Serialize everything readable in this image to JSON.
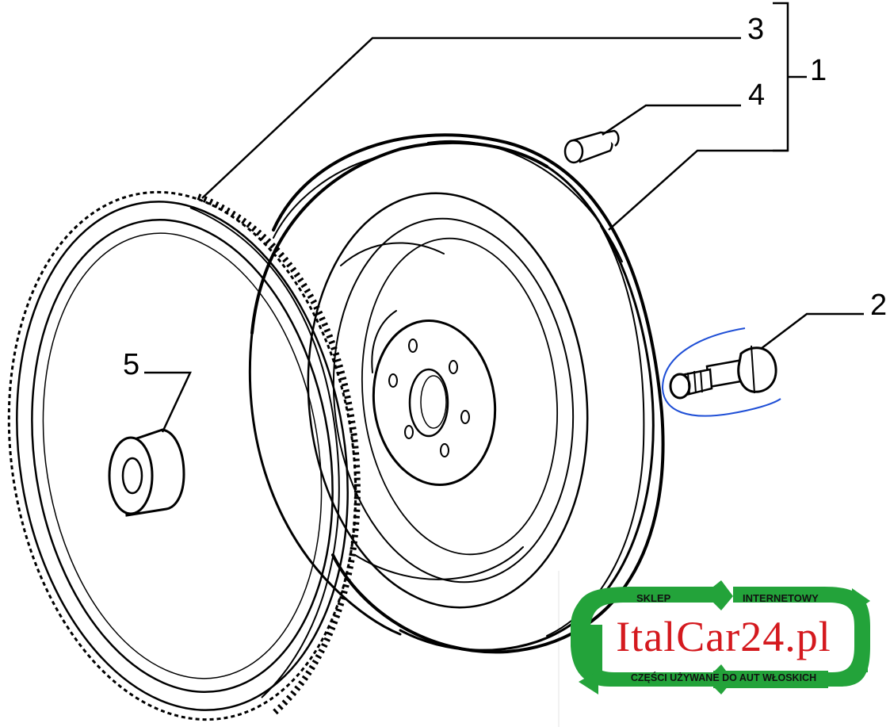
{
  "callouts": {
    "c1": "1",
    "c2": "2",
    "c3": "3",
    "c4": "4",
    "c5": "5"
  },
  "logo": {
    "top_left": "SKLEP",
    "top_right": "INTERNETOWY",
    "brand": "ItalCar24.pl",
    "bottom": "CZĘŚCI UŻYWANE DO AUT WŁOSKICH",
    "green": "#23a33a",
    "red": "#d4191e"
  },
  "colors": {
    "line": "#000000",
    "annotation": "#1f4fd6"
  },
  "icons": {
    "ring_gear": "ring-gear-icon",
    "flywheel": "flywheel-icon",
    "bushing": "bushing-icon",
    "bolt": "bolt-icon",
    "dowel": "dowel-pin-icon"
  }
}
